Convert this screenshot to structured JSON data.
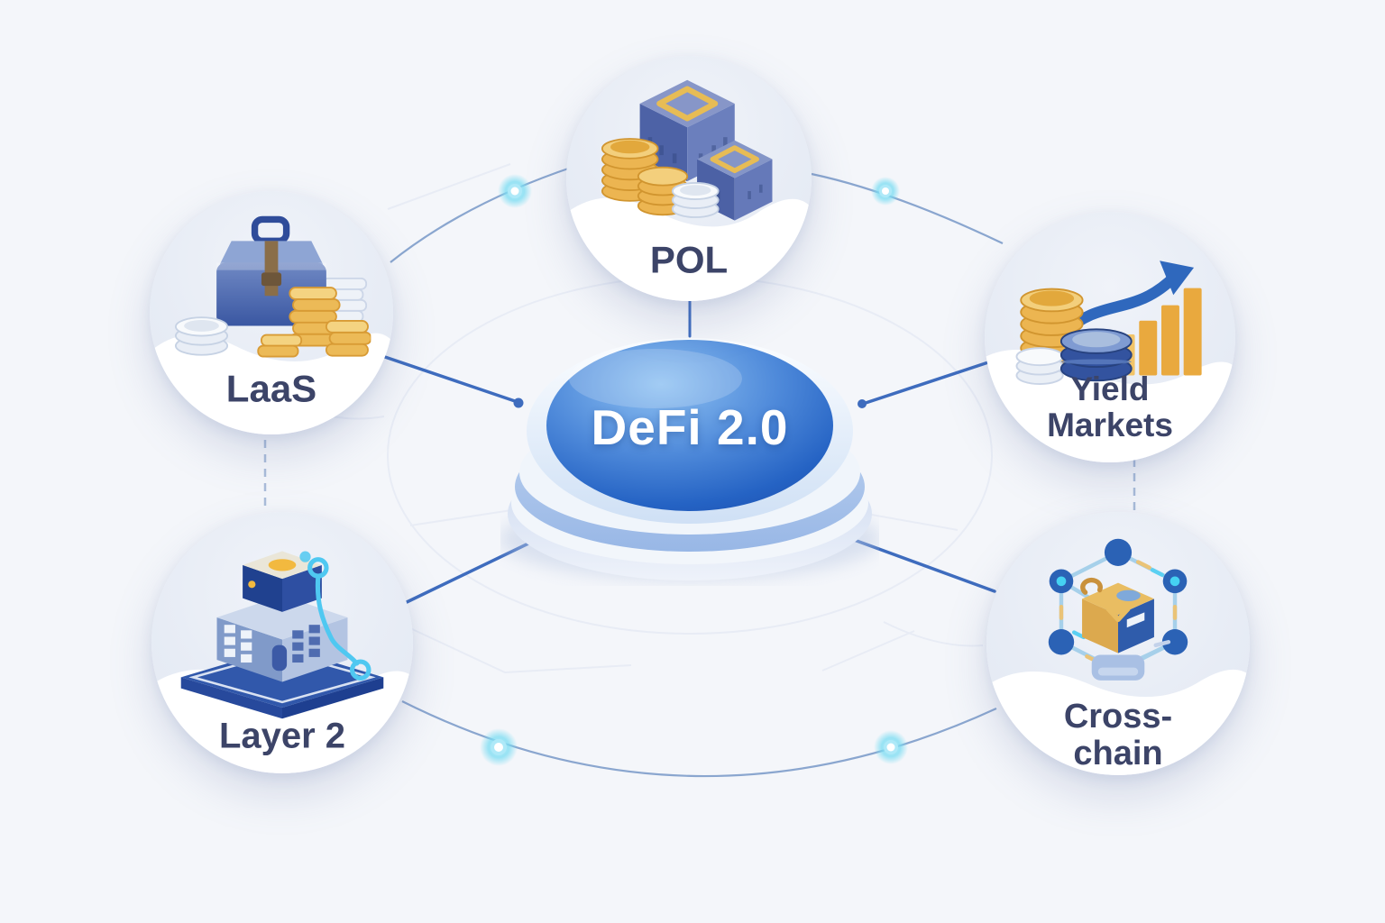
{
  "diagram": {
    "background_color": "#f4f6fa",
    "center": {
      "label": "DeFi 2.0",
      "disc_color": "#2e6ac8",
      "text_color": "#ffffff"
    },
    "nodes": [
      {
        "id": "pol",
        "label": "POL",
        "icon": "token-cubes-coins-icon",
        "position": "top"
      },
      {
        "id": "laas",
        "label": "LaaS",
        "icon": "briefcase-coins-icon",
        "position": "left"
      },
      {
        "id": "yield-markets",
        "label": "Yield Markets",
        "icon": "coins-chart-arrow-icon",
        "position": "right"
      },
      {
        "id": "layer-2",
        "label": "Layer 2",
        "icon": "layered-building-icon",
        "position": "bottom-left"
      },
      {
        "id": "cross-chain",
        "label": "Cross-chain",
        "icon": "network-box-icon",
        "position": "bottom-right"
      }
    ],
    "connectors": {
      "line_color": "#3e6cbe",
      "arc_color": "#8aa6cf",
      "dash_color": "#a9bcd9",
      "glow_color": "#7adcf2"
    },
    "palette": {
      "label_text": "#3c4468",
      "coin_gold": "#ecb551",
      "coin_silver": "#e9eef6",
      "cube_blue": "#5a6fae",
      "bar_orange": "#e9a93e",
      "circuit_cyan": "#4fc8f1"
    }
  }
}
